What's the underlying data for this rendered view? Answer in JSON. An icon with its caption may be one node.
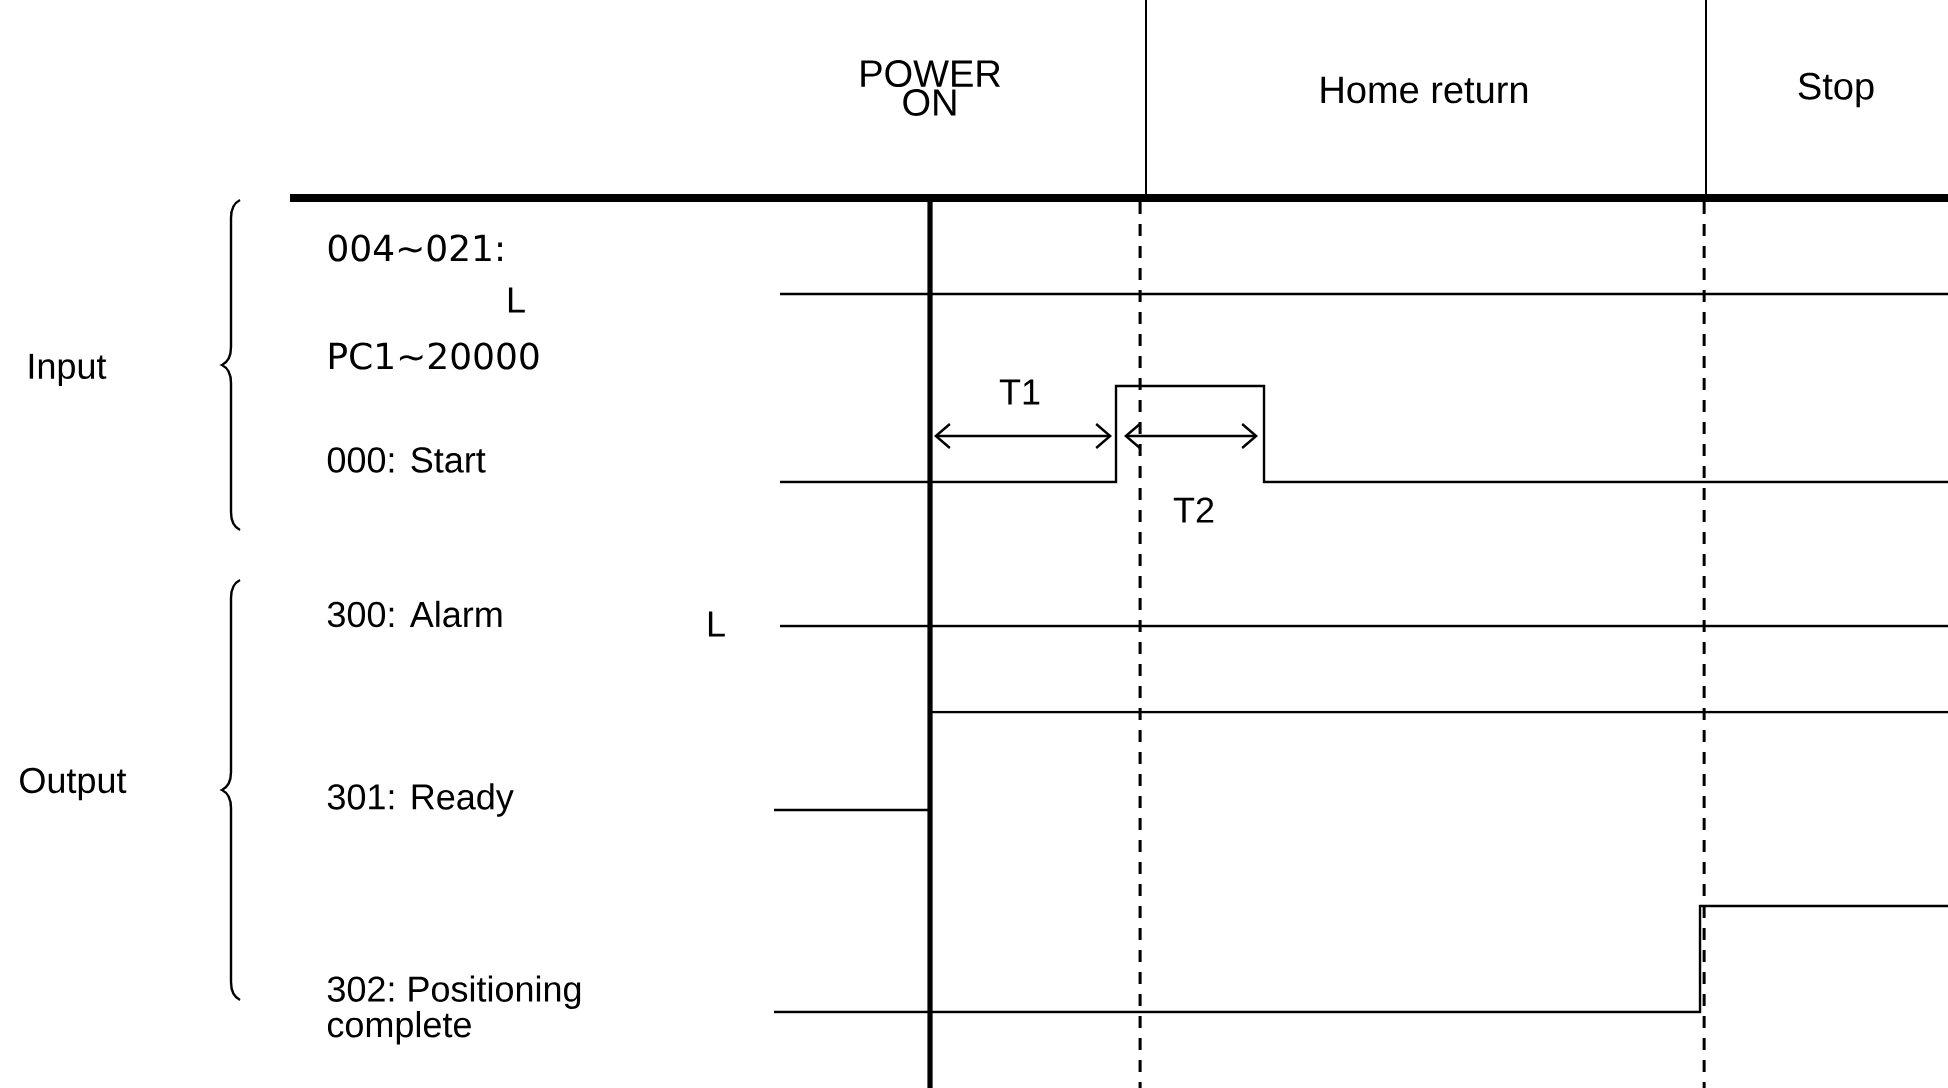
{
  "diagram": {
    "labels": [
      "POWER ON",
      "Home return",
      "Stop",
      "004∼021:",
      "L",
      "Input",
      "PC1∼20000",
      "T1",
      "000: Start",
      "T2",
      "300: Alarm",
      "L",
      "Output",
      "301: Ready",
      "302: Positioning complete"
    ]
  }
}
